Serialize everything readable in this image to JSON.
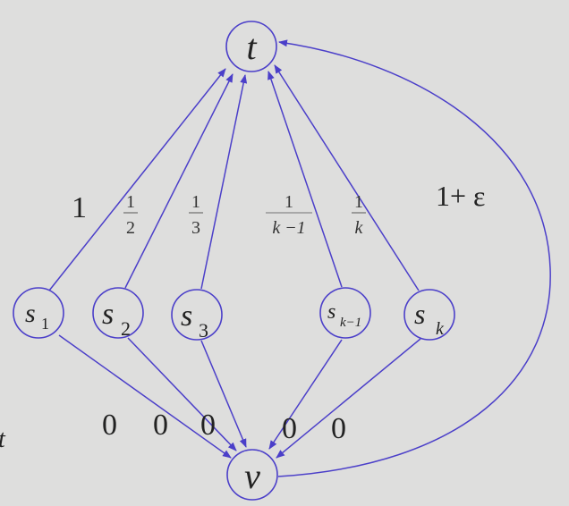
{
  "nodes": {
    "t": {
      "name": "t"
    },
    "v": {
      "name": "v"
    },
    "s1": {
      "base": "s",
      "sub": "1"
    },
    "s2": {
      "base": "s",
      "sub": "2"
    },
    "s3": {
      "base": "s",
      "sub": "3"
    },
    "sk1": {
      "base": "s",
      "sub": "k−1"
    },
    "sk": {
      "base": "s",
      "sub": "k"
    }
  },
  "edge_labels": {
    "s1_t": "1",
    "s2_t": {
      "num": "1",
      "den": "2"
    },
    "s3_t": {
      "num": "1",
      "den": "3"
    },
    "sk1_t": {
      "num": "1",
      "den": "k −1"
    },
    "sk_t": {
      "num": "1",
      "den": "k"
    },
    "v_t": "1+ ε",
    "to_v": [
      "0",
      "0",
      "0",
      "0",
      "0"
    ]
  },
  "side_text": "t",
  "colors": {
    "edge": "#4b3fc9",
    "background": "#dededd"
  }
}
